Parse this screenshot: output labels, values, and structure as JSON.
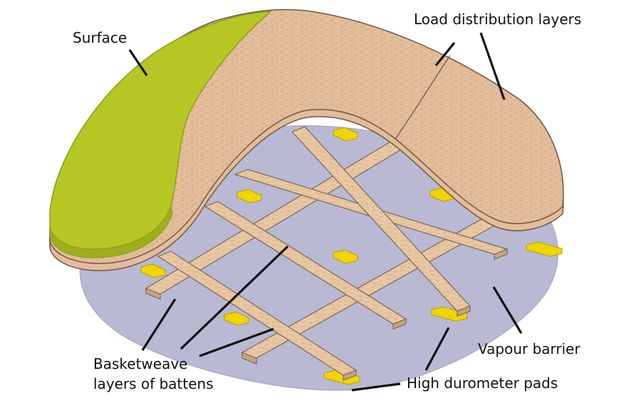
{
  "labels": {
    "surface": "Surface",
    "load_distribution": "Load distribution layers",
    "basketweave_line1": "Basketweave",
    "basketweave_line2": "layers of battens",
    "vapour_barrier": "Vapour barrier",
    "pads": "High durometer pads"
  },
  "colors": {
    "surface": "#b5c625",
    "surface_edge": "#8f9c1a",
    "wood": "#e3bd9a",
    "wood_edge": "#6e5645",
    "batten": "#e8c7a2",
    "batten_edge": "#7a6656",
    "barrier": "#b9b9d4",
    "pad": "#f1d400",
    "pad_edge": "#b39b00"
  }
}
